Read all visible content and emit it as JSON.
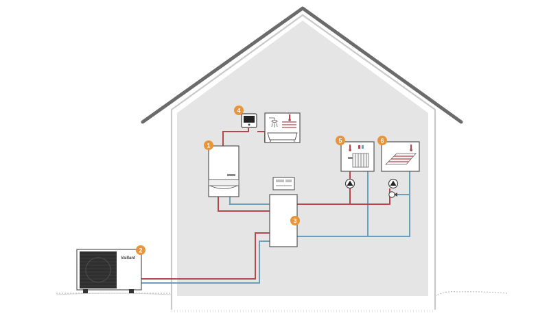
{
  "diagram": {
    "colors": {
      "hot_pipe": "#b5464b",
      "cold_pipe": "#6a9fb9",
      "badge": "#e8953a",
      "roof": "#6b6b6b",
      "interior": "#e5e5e5"
    },
    "components": [
      {
        "id": "boiler",
        "badge": "1",
        "icon": "wall-boiler-icon"
      },
      {
        "id": "heat-pump",
        "badge": "2",
        "icon": "outdoor-heat-pump-icon",
        "brand": "Vaillant"
      },
      {
        "id": "hot-water-cylinder",
        "badge": "3",
        "icon": "cylinder-icon"
      },
      {
        "id": "controller",
        "badge": "4",
        "icon": "thermostat-controller-icon"
      },
      {
        "id": "radiator-zone",
        "badge": "5",
        "icon": "radiator-icon"
      },
      {
        "id": "underfloor-zone",
        "badge": "6",
        "icon": "underfloor-heating-icon"
      }
    ]
  }
}
